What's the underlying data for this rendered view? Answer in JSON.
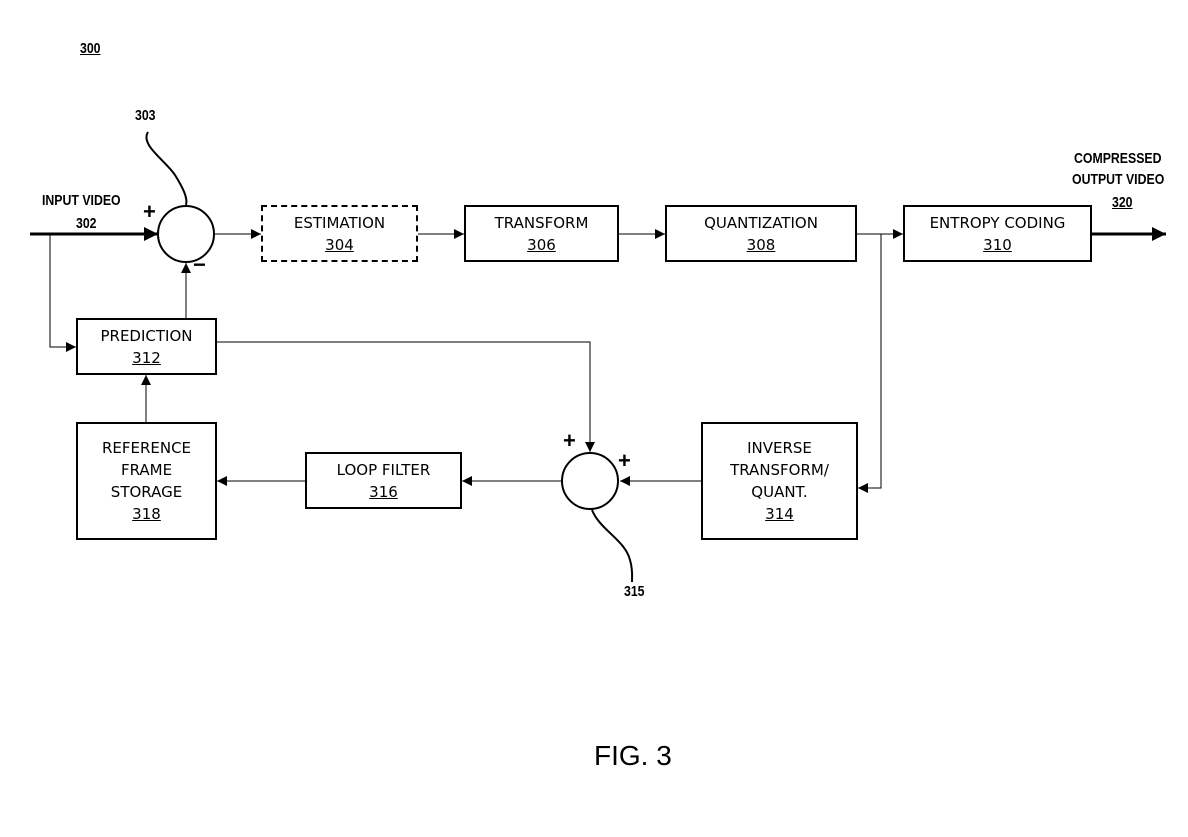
{
  "diagram_number": "300",
  "figure_caption": "FIG. 3",
  "input": {
    "label": "INPUT VIDEO",
    "ref": "302"
  },
  "output": {
    "label_line1": "COMPRESSED",
    "label_line2": "OUTPUT VIDEO",
    "ref": "320"
  },
  "summer_top": {
    "ref": "303",
    "plus": "+",
    "minus": "−"
  },
  "summer_bottom": {
    "ref": "315",
    "plus_left": "+",
    "plus_right": "+"
  },
  "blocks": {
    "estimation": {
      "line1": "ESTIMATION",
      "ref": "304"
    },
    "transform": {
      "line1": "TRANSFORM",
      "ref": "306"
    },
    "quantization": {
      "line1": "QUANTIZATION",
      "ref": "308"
    },
    "entropy": {
      "line1": "ENTROPY CODING",
      "ref": "310"
    },
    "prediction": {
      "line1": "PREDICTION",
      "ref": "312"
    },
    "inverse": {
      "line1": "INVERSE",
      "line2": "TRANSFORM/",
      "line3": "QUANT.",
      "ref": "314"
    },
    "loop_filter": {
      "line1": "LOOP FILTER",
      "ref": "316"
    },
    "reference": {
      "line1": "REFERENCE",
      "line2": "FRAME",
      "line3": "STORAGE",
      "ref": "318"
    }
  }
}
